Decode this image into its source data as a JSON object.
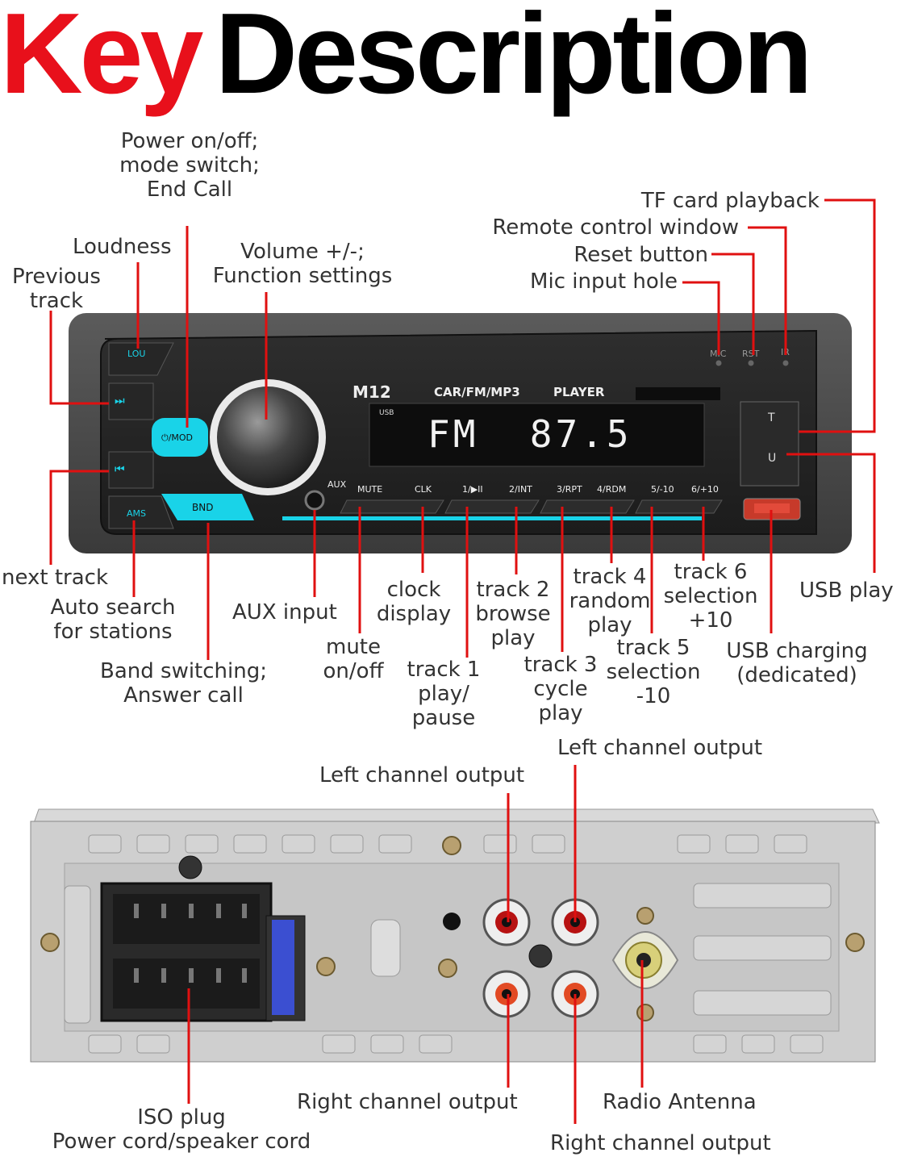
{
  "title": {
    "word1": "Key",
    "word2": "Description"
  },
  "front_panel": {
    "model": "M12",
    "subtitle": "CAR/FM/MP3",
    "subtitle2": "PLAYER",
    "display": "FM  87.5",
    "display_usb": "USB",
    "buttons": {
      "lou": "LOU",
      "next": "⏭",
      "mod": "⏻/MOD",
      "prev": "⏮",
      "ams": "AMS",
      "bnd": "BND",
      "aux": "AUX",
      "mute": "MUTE",
      "clk": "CLK",
      "b1": "1/▶II",
      "b2": "2/INT",
      "b3": "3/RPT",
      "b4": "4/RDM",
      "b5": "5/-10",
      "b6": "6/+10",
      "mic": "MIC",
      "rst": "RST",
      "ir": "IR",
      "t": "T",
      "u": "U"
    }
  },
  "labels": {
    "power": [
      "Power on/off;",
      "mode switch;",
      "End Call"
    ],
    "loudness": "Loudness",
    "previous": [
      "Previous",
      "track"
    ],
    "volume": [
      "Volume +/-;",
      "Function settings"
    ],
    "tf": "TF card playback",
    "remote": "Remote control window",
    "reset": "Reset button",
    "mic": "Mic input hole",
    "next": "next track",
    "auto": [
      "Auto search",
      "for stations"
    ],
    "aux": "AUX input",
    "band": [
      "Band switching;",
      "Answer call"
    ],
    "mute": [
      "mute",
      "on/off"
    ],
    "clock": [
      "clock",
      "display"
    ],
    "track1": [
      "track 1",
      "play/",
      "pause"
    ],
    "track2": [
      "track 2",
      "browse",
      "play"
    ],
    "track3": [
      "track 3",
      "cycle",
      "play"
    ],
    "track4": [
      "track 4",
      "random",
      "play"
    ],
    "track5": [
      "track 5",
      "selection",
      "-10"
    ],
    "track6": [
      "track 6",
      "selection",
      "+10"
    ],
    "usb_play": "USB play",
    "usb_charge": [
      "USB charging",
      "(dedicated)"
    ],
    "left_out_1": "Left channel output",
    "left_out_2": "Left channel output",
    "right_out_1": "Right channel output",
    "right_out_2": "Right channel output",
    "antenna": "Radio Antenna",
    "iso": [
      "ISO plug",
      "Power cord/speaker cord"
    ]
  },
  "colors": {
    "red": "#e8101b",
    "line": "#e01010",
    "accent": "#19d3e8",
    "panel": "#3a3a3a"
  }
}
